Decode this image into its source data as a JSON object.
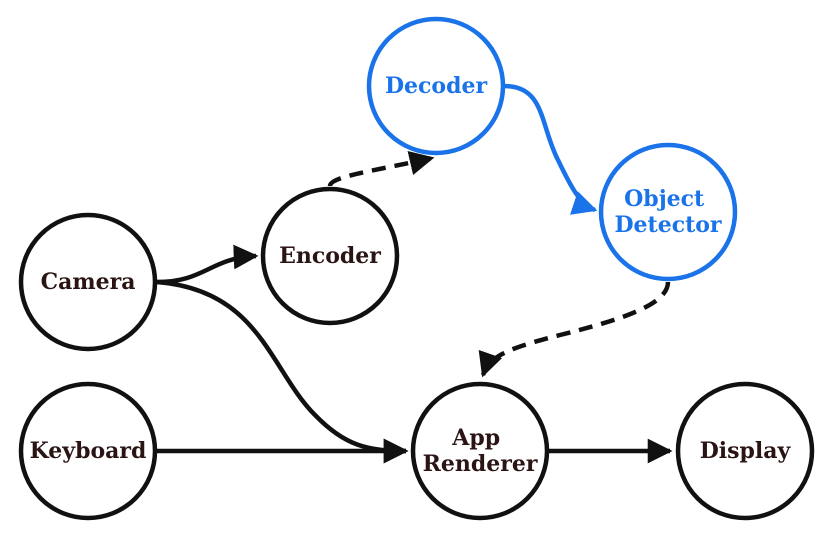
{
  "colors": {
    "default": "#111111",
    "text_default": "#2a1414",
    "highlight": "#1a73e8"
  },
  "nodes": [
    {
      "id": "camera",
      "label": [
        "Camera"
      ],
      "highlight": false
    },
    {
      "id": "keyboard",
      "label": [
        "Keyboard"
      ],
      "highlight": false
    },
    {
      "id": "encoder",
      "label": [
        "Encoder"
      ],
      "highlight": false
    },
    {
      "id": "decoder",
      "label": [
        "Decoder"
      ],
      "highlight": true
    },
    {
      "id": "object-detector",
      "label": [
        "Object",
        "Detector"
      ],
      "highlight": true
    },
    {
      "id": "app-renderer",
      "label": [
        "App",
        "Renderer"
      ],
      "highlight": false
    },
    {
      "id": "display",
      "label": [
        "Display"
      ],
      "highlight": false
    }
  ],
  "edges": [
    {
      "from": "camera",
      "to": "encoder",
      "style": "solid",
      "highlight": false
    },
    {
      "from": "camera",
      "to": "app-renderer",
      "style": "solid",
      "highlight": false
    },
    {
      "from": "keyboard",
      "to": "app-renderer",
      "style": "solid",
      "highlight": false
    },
    {
      "from": "encoder",
      "to": "decoder",
      "style": "dashed",
      "highlight": false
    },
    {
      "from": "decoder",
      "to": "object-detector",
      "style": "solid",
      "highlight": true
    },
    {
      "from": "object-detector",
      "to": "app-renderer",
      "style": "dashed",
      "highlight": false
    },
    {
      "from": "app-renderer",
      "to": "display",
      "style": "solid",
      "highlight": false
    }
  ]
}
